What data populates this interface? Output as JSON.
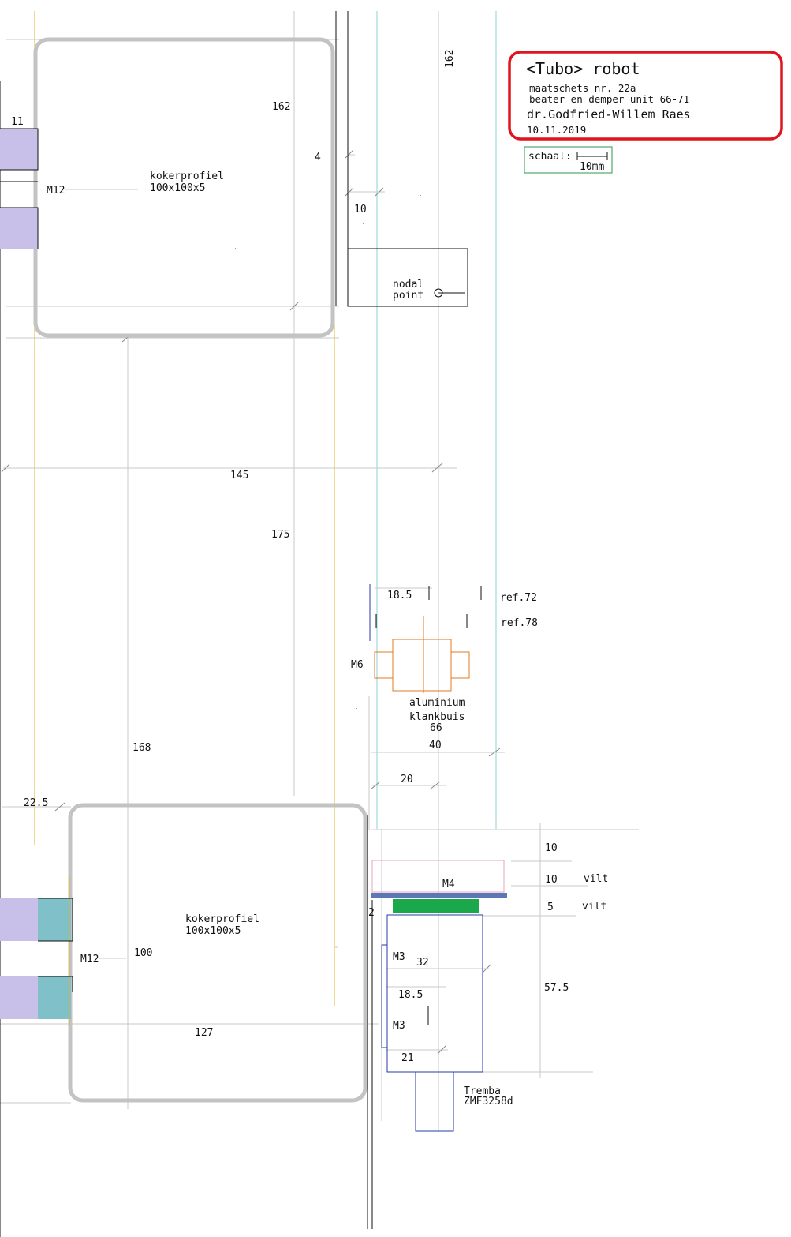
{
  "title_block": {
    "title": "<Tubo> robot",
    "sketch_no": "maatschets nr. 22a",
    "description": "beater en demper unit  66-71",
    "author": "dr.Godfried-Willem Raes",
    "date": "10.11.2019",
    "frame_color": "#e0141e"
  },
  "scale_box": {
    "label": "schaal:",
    "unit": "10mm",
    "frame_color": "#2e9a4a"
  },
  "labels": {
    "profile_top_1": "kokerprofiel",
    "profile_top_2": "100x100x5",
    "profile_bottom_1": "kokerprofiel",
    "profile_bottom_2": "100x100x5",
    "nodal_1": "nodal",
    "nodal_2": "point",
    "alu_1": "aluminium",
    "alu_2": "klankbuis",
    "alu_3": "66",
    "ref72": "ref.72",
    "ref78": "ref.78",
    "m6": "M6",
    "m12_top": "M12",
    "m12_bottom": "M12",
    "m4": "M4",
    "m3_top": "M3",
    "m3_bottom": "M3",
    "vilt_1": "vilt",
    "vilt_2": "vilt",
    "motor_1": "Tremba",
    "motor_2": "ZMF3258d"
  },
  "dimensions": {
    "d11": "11",
    "d162_a": "162",
    "d162_b": "162",
    "d4": "4",
    "d10_a": "10",
    "d145": "145",
    "d175": "175",
    "d18_5_a": "18.5",
    "d168": "168",
    "d40": "40",
    "d20": "20",
    "d22_5": "22.5",
    "d10_b": "10",
    "d10_c": "10",
    "d5": "5",
    "d2": "2",
    "d100": "100",
    "d32": "32",
    "d18_5_b": "18.5",
    "d57_5": "57.5",
    "d127": "127",
    "d21": "21"
  },
  "colors": {
    "tube_outline": "#c3c3c3",
    "guide_yellow": "#e6b422",
    "guide_cyan": "#8ed0d0",
    "guide_grey": "#c8c8c8",
    "aluminium_part": "#e07820",
    "motor_blue": "#2a3aa8",
    "felt_green": "#1aa84a",
    "plate_blue": "#5a78b4",
    "felt_pink": "#e8a0c0",
    "bolt_lilac": "#c8c0e8",
    "bolt_teal": "#80c0c8"
  }
}
